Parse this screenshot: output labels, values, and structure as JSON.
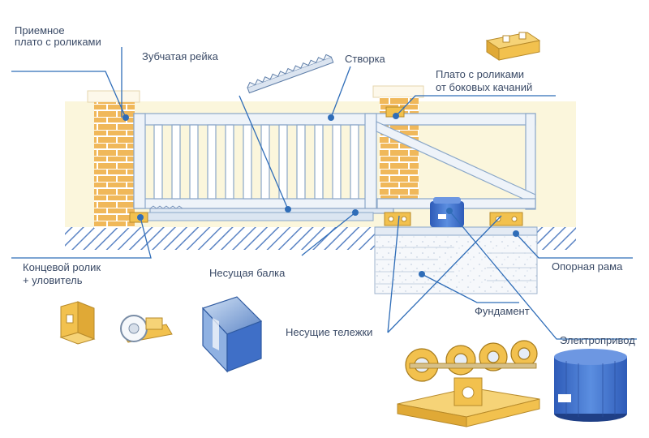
{
  "labels": {
    "receiving_plate_line1": "Приемное",
    "receiving_plate_line2": "плато с роликами",
    "gear_rack": "Зубчатая рейка",
    "gate_leaf": "Створка",
    "sway_plate_line1": "Плато с роликами",
    "sway_plate_line2": "от боковых качаний",
    "end_roller_line1": "Концевой ролик",
    "end_roller_line2": "+ уловитель",
    "bearing_beam": "Несущая балка",
    "support_frame": "Опорная рама",
    "foundation": "Фундамент",
    "carriages": "Несущие тележки",
    "electric_drive": "Электропривод"
  },
  "colors": {
    "sky": "#fbf6dc",
    "frame_stroke": "#8aa7c8",
    "frame_fill": "#eef3f9",
    "brick": "#f0b85a",
    "brick_mortar": "#ffffff",
    "ground_hatch": "#5b84c4",
    "leader": "#2f6db8",
    "part_yellow": "#f2c14e",
    "part_blue": "#3f6fc7",
    "label": "#3a4a66"
  }
}
